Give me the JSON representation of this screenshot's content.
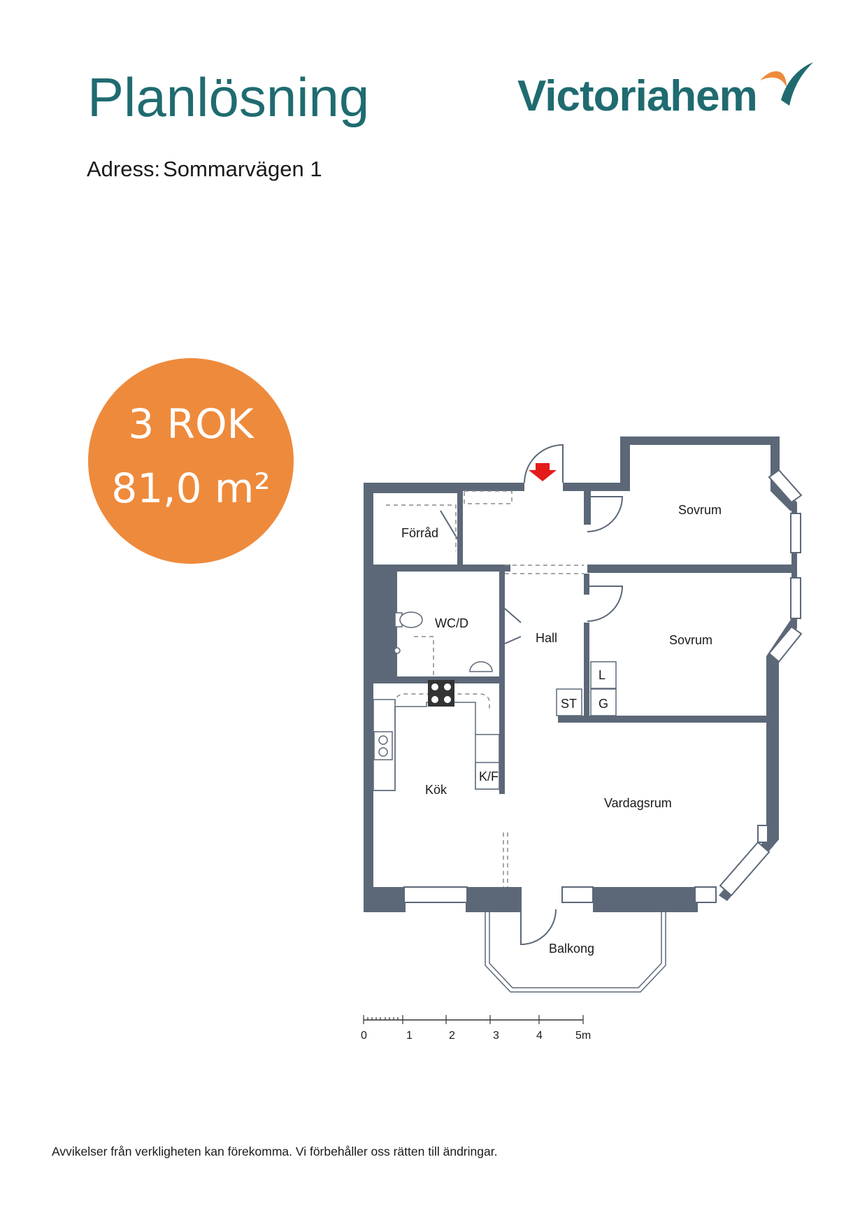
{
  "header": {
    "title": "Planlösning",
    "address_label": "Adress:",
    "address_value": "Sommarvägen 1"
  },
  "logo": {
    "name": "Victoriahem",
    "swoosh_colors": [
      "#1f6b70",
      "#ee8a3c"
    ]
  },
  "badge": {
    "rooms": "3 ROK",
    "area": "81,0 m²",
    "color": "#ee8a3c"
  },
  "floorplan": {
    "wall_color": "#5c6878",
    "rooms": {
      "storage": "Förråd",
      "bedroom_1": "Sovrum",
      "bedroom_2": "Sovrum",
      "wc": "WC/D",
      "hall": "Hall",
      "kitchen": "Kök",
      "fridge_freezer": "K/F",
      "living_room": "Vardagsrum",
      "balcony": "Balkong",
      "closet_st": "ST",
      "closet_l": "L",
      "closet_g": "G"
    },
    "entrance_marker_color": "#e31b1b",
    "scale": {
      "ticks": [
        "0",
        "1",
        "2",
        "3",
        "4",
        "5m"
      ]
    }
  },
  "footer": {
    "disclaimer": "Avvikelser från verkligheten kan förekomma. Vi förbehåller oss rätten till ändringar."
  }
}
